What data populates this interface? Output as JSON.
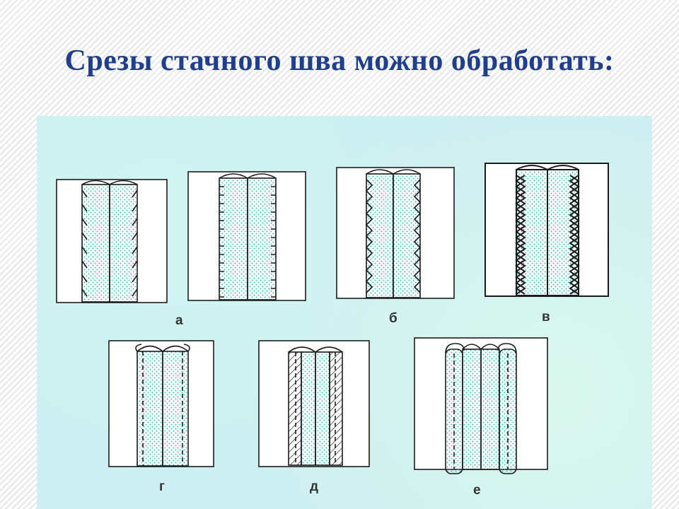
{
  "slide": {
    "title": "Срезы стачного шва можно обработать:"
  },
  "figure": {
    "labels": [
      "а",
      "б",
      "в",
      "г",
      "д",
      "е"
    ],
    "colors": {
      "line": "#1c1c1c",
      "dots": "#18b4a4",
      "panel": "#cdeef3"
    }
  }
}
